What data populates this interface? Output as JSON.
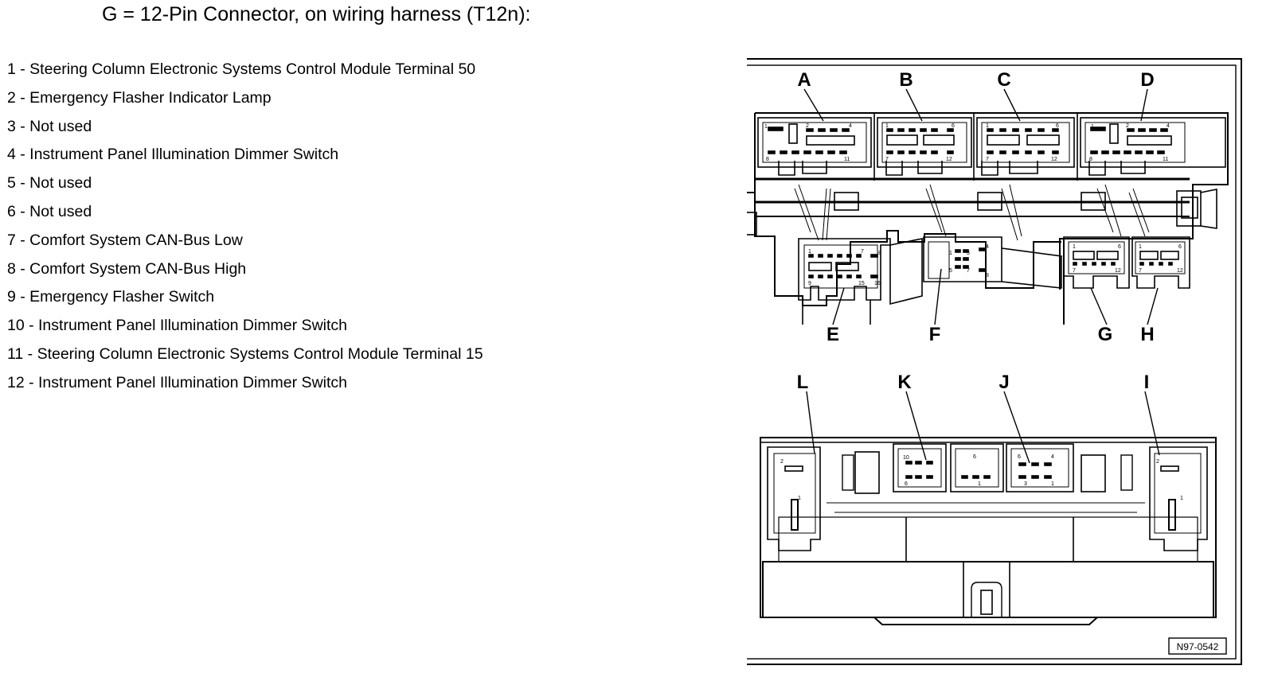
{
  "title": "G = 12-Pin Connector, on wiring harness (T12n):",
  "pins": [
    "1 - Steering Column Electronic Systems Control Module Terminal 50",
    "2 - Emergency Flasher Indicator Lamp",
    "3 - Not used",
    "4 - Instrument Panel Illumination Dimmer Switch",
    "5 - Not used",
    "6 - Not used",
    "7 - Comfort System CAN-Bus Low",
    "8 - Comfort System CAN-Bus High",
    "9 - Emergency Flasher Switch",
    "10 - Instrument Panel Illumination Dimmer Switch",
    "11 - Steering Column Electronic Systems Control Module Terminal 15",
    "12 - Instrument Panel Illumination Dimmer Switch"
  ],
  "diagram": {
    "reference": "N97-0542",
    "labels": {
      "A": "A",
      "B": "B",
      "C": "C",
      "D": "D",
      "E": "E",
      "F": "F",
      "G": "G",
      "H": "H",
      "I": "I",
      "J": "J",
      "K": "K",
      "L": "L"
    },
    "pin_numbers": {
      "a1": "1",
      "a2": "2",
      "a4": "4",
      "a8": "8",
      "a11": "11",
      "b1": "1",
      "b6": "6",
      "b7": "7",
      "b12": "12",
      "c1": "1",
      "c6": "6",
      "c7": "7",
      "c12": "12",
      "d1": "1",
      "d2": "2",
      "d4": "4",
      "d8": "8",
      "d11": "11",
      "e1": "1",
      "e7": "7",
      "e8": "8",
      "e9": "9",
      "e15": "15",
      "e16": "16",
      "f1": "1",
      "f3": "3",
      "f4": "4",
      "f5": "5",
      "f7": "7",
      "f8": "8",
      "g1": "1",
      "g6": "6",
      "g7": "7",
      "g12": "12",
      "h1": "1",
      "h6": "6",
      "h7": "7",
      "h12": "12",
      "l2": "2",
      "l1": "1",
      "k10": "10",
      "k6": "6",
      "n6": "6",
      "n1": "1",
      "j6": "6",
      "j4": "4",
      "j3": "3",
      "j1": "1",
      "i2": "2",
      "i1": "1"
    }
  }
}
